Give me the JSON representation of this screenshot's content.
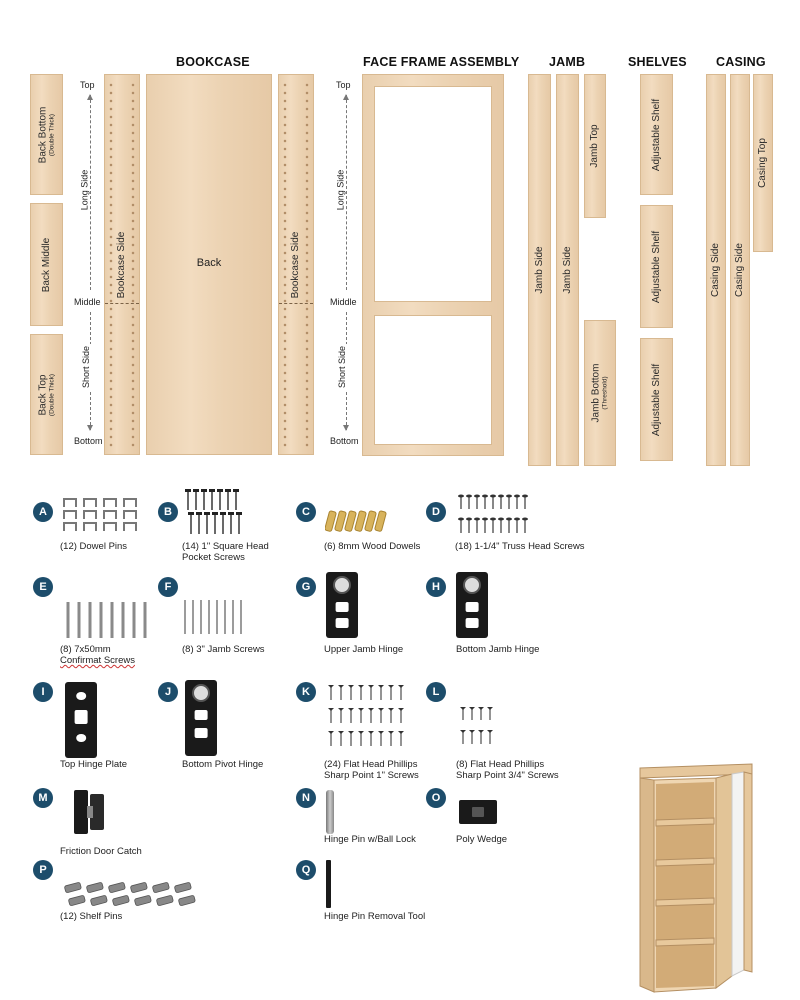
{
  "headings": {
    "bookcase": "BOOKCASE",
    "face_frame": "FACE FRAME ASSEMBLY",
    "jamb": "JAMB",
    "shelves": "SHELVES",
    "casing": "CASING"
  },
  "back_panels": {
    "back_bottom": "Back Bottom",
    "back_bottom_note": "(Double Thick)",
    "back_middle": "Back Middle",
    "back_top": "Back Top",
    "back_top_note": "(Double Thick)"
  },
  "orientation": {
    "top": "Top",
    "long_side": "Long Side",
    "middle": "Middle",
    "short_side": "Short Side",
    "bottom": "Bottom"
  },
  "bookcase_parts": {
    "bookcase_side": "Bookcase Side",
    "back": "Back"
  },
  "jamb_parts": {
    "jamb_side": "Jamb Side",
    "jamb_top": "Jamb Top",
    "jamb_bottom": "Jamb Bottom",
    "jamb_bottom_note": "(Threshold)"
  },
  "shelf_parts": {
    "adjustable_shelf": "Adjustable Shelf"
  },
  "casing_parts": {
    "casing_side": "Casing Side",
    "casing_top": "Casing Top"
  },
  "hardware": [
    {
      "letter": "A",
      "line1": "(12) Dowel Pins",
      "line2": ""
    },
    {
      "letter": "B",
      "line1": "(14) 1\" Square Head",
      "line2": "Pocket Screws"
    },
    {
      "letter": "C",
      "line1": "(6) 8mm Wood Dowels",
      "line2": ""
    },
    {
      "letter": "D",
      "line1": "(18) 1-1/4\" Truss Head Screws",
      "line2": ""
    },
    {
      "letter": "E",
      "line1": "(8) 7x50mm",
      "line2": "Confirmat Screws"
    },
    {
      "letter": "F",
      "line1": "(8) 3\" Jamb Screws",
      "line2": ""
    },
    {
      "letter": "G",
      "line1": "Upper Jamb Hinge",
      "line2": ""
    },
    {
      "letter": "H",
      "line1": "Bottom Jamb Hinge",
      "line2": ""
    },
    {
      "letter": "I",
      "line1": "Top Hinge Plate",
      "line2": ""
    },
    {
      "letter": "J",
      "line1": "Bottom Pivot Hinge",
      "line2": ""
    },
    {
      "letter": "K",
      "line1": "(24) Flat Head Phillips",
      "line2": "Sharp Point 1\" Screws"
    },
    {
      "letter": "L",
      "line1": "(8) Flat Head Phillips",
      "line2": "Sharp Point 3/4\" Screws"
    },
    {
      "letter": "M",
      "line1": "Friction Door Catch",
      "line2": ""
    },
    {
      "letter": "N",
      "line1": "Hinge Pin w/Ball Lock",
      "line2": ""
    },
    {
      "letter": "O",
      "line1": "Poly Wedge",
      "line2": ""
    },
    {
      "letter": "P",
      "line1": "(12) Shelf Pins",
      "line2": ""
    },
    {
      "letter": "Q",
      "line1": "Hinge Pin Removal Tool",
      "line2": ""
    }
  ],
  "colors": {
    "badge": "#1d4d6b",
    "wood": "#ecd3b3",
    "hardware_black": "#1a1a1a"
  }
}
